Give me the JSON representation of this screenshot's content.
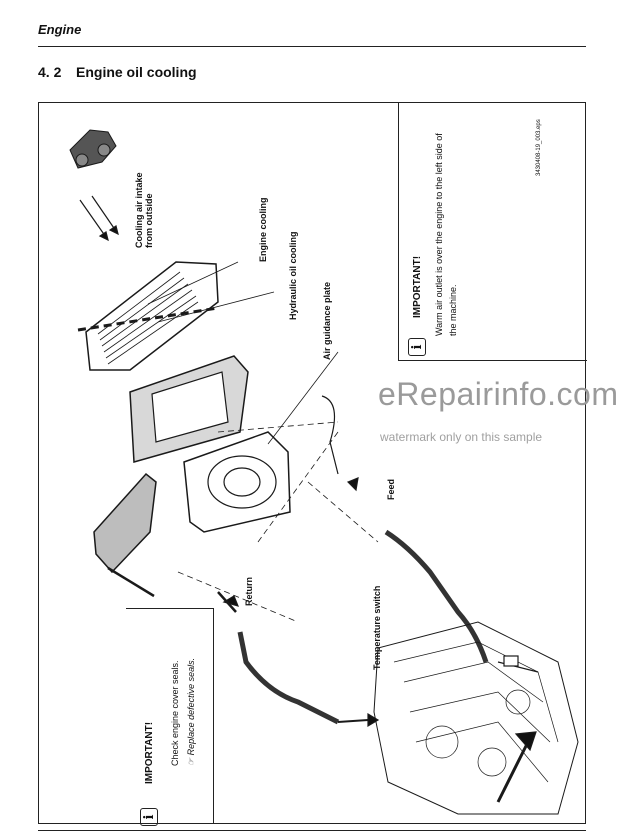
{
  "header": {
    "title": "Engine"
  },
  "section": {
    "number": "4. 2",
    "title": "Engine oil cooling"
  },
  "figure": {
    "code": "3430408-19_003.eps",
    "labels": {
      "cooling_air_intake": "Cooling air intake",
      "from_outside": "from outside",
      "engine_cooling": "Engine cooling",
      "hydraulic_oil_cooling": "Hydraulic oil cooling",
      "air_guidance_plate": "Air guidance plate",
      "feed": "Feed",
      "return": "Return",
      "temperature_switch": "Temperature switch"
    }
  },
  "important_right": {
    "heading": "IMPORTANT!",
    "line1": "Warm air outlet is over the engine to the left side of",
    "line2": "the machine."
  },
  "important_left": {
    "heading": "IMPORTANT!",
    "line1": "Check engine cover seals.",
    "line2": "☞ Replace defective seals."
  },
  "watermark": {
    "main": "eRepairinfo.com",
    "sub": "watermark only on this sample"
  }
}
